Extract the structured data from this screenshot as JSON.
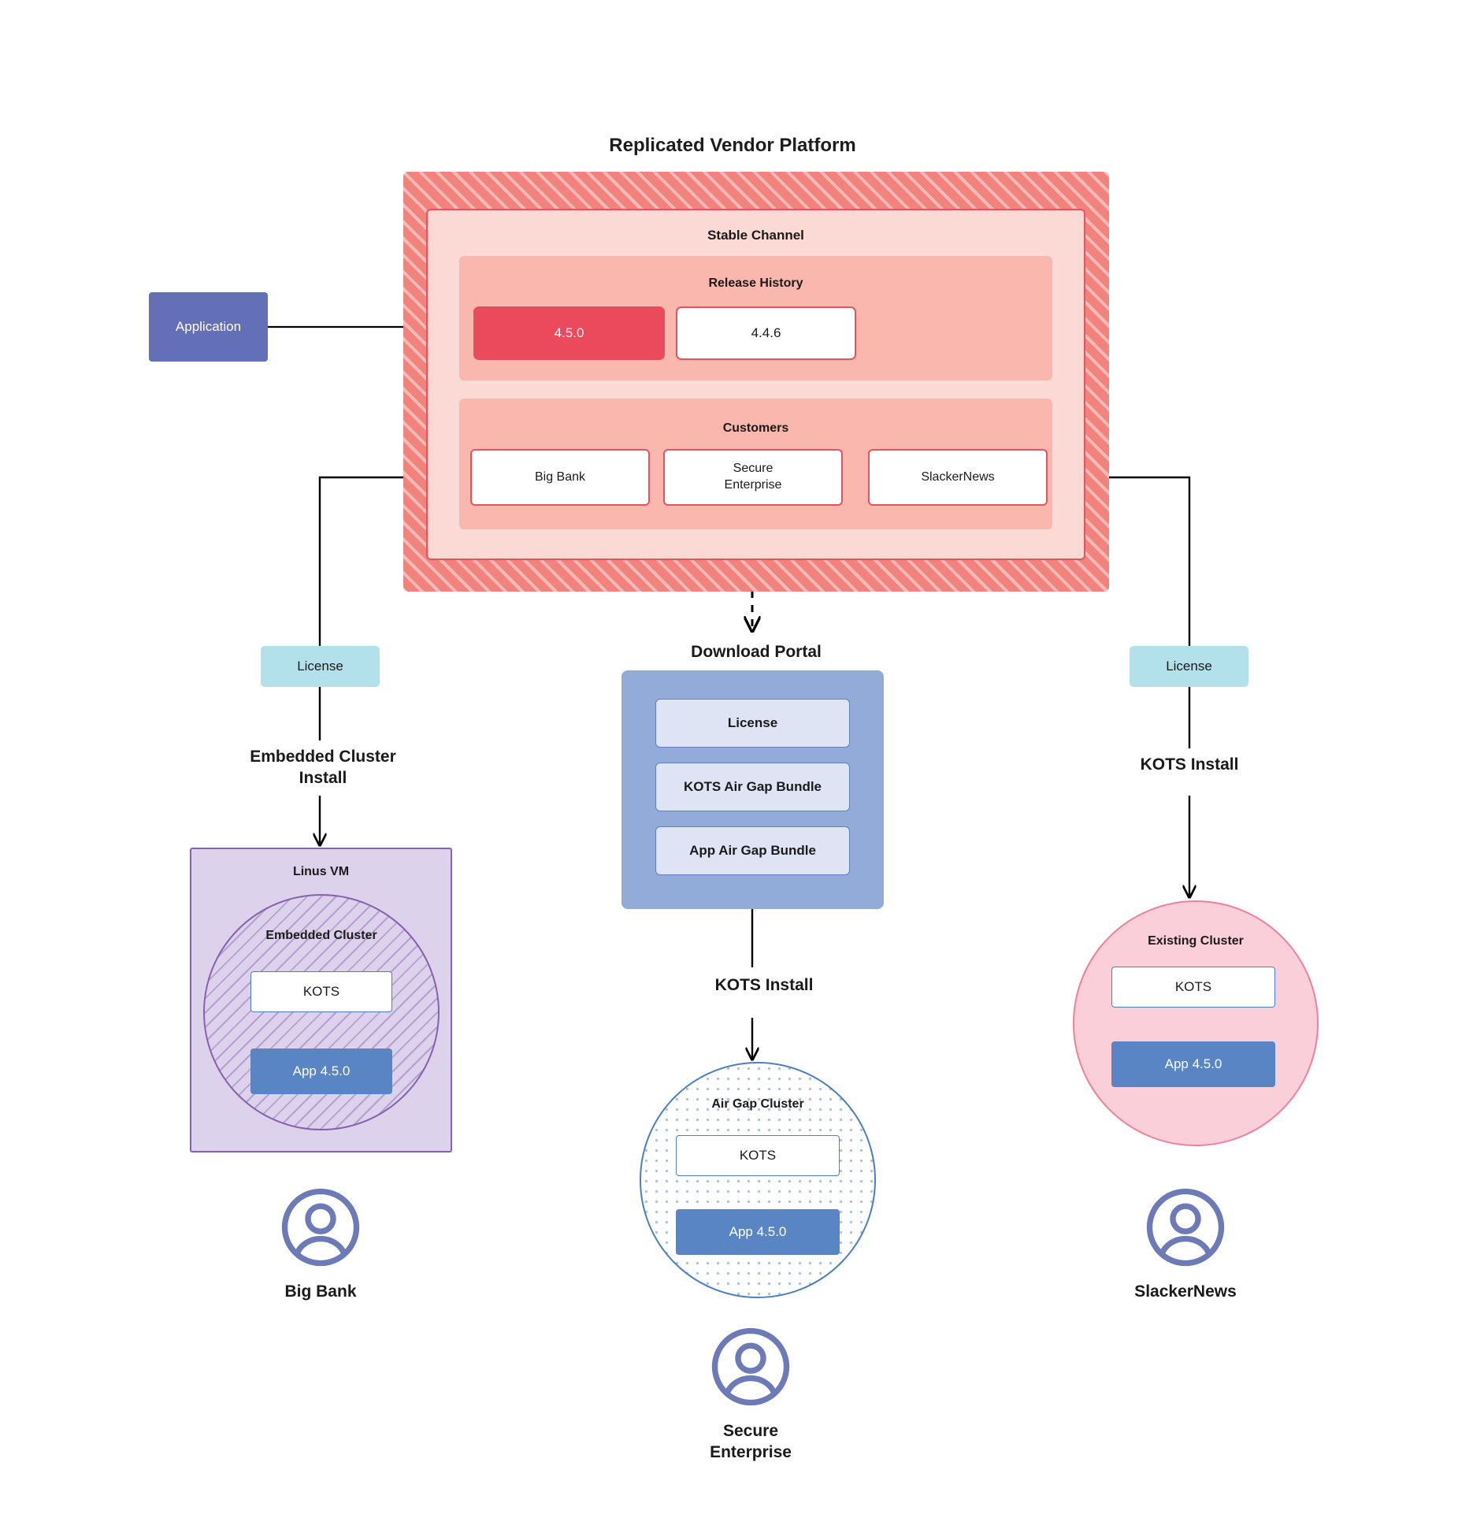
{
  "platform": {
    "title": "Replicated Vendor Platform",
    "channel": {
      "title": "Stable Channel",
      "release_history": {
        "title": "Release History",
        "releases": [
          {
            "version": "4.5.0",
            "state": "current"
          },
          {
            "version": "4.4.6",
            "state": "previous"
          }
        ]
      },
      "customers": {
        "title": "Customers",
        "items": [
          {
            "name": "Big Bank"
          },
          {
            "name": "Secure\nEnterprise"
          },
          {
            "name": "SlackerNews"
          }
        ]
      }
    }
  },
  "application": {
    "label": "Application"
  },
  "licenses": {
    "left_label": "License",
    "right_label": "License"
  },
  "process_labels": {
    "embedded_cluster_install": "Embedded Cluster\nInstall",
    "kots_install_right": "KOTS Install",
    "kots_install_center": "KOTS Install"
  },
  "download_portal": {
    "title": "Download  Portal",
    "items": [
      {
        "label": "License"
      },
      {
        "label": "KOTS Air Gap Bundle"
      },
      {
        "label": "App Air Gap Bundle"
      }
    ]
  },
  "targets": {
    "left": {
      "host_title": "Linus VM",
      "cluster_title": "Embedded Cluster",
      "kots_label": "KOTS",
      "app_label": "App 4.5.0"
    },
    "center": {
      "cluster_title": "Air Gap Cluster",
      "kots_label": "KOTS",
      "app_label": "App 4.5.0"
    },
    "right": {
      "cluster_title": "Existing Cluster",
      "kots_label": "KOTS",
      "app_label": "App 4.5.0"
    }
  },
  "personas": [
    {
      "name": "Big Bank",
      "icon": "user-avatar-icon"
    },
    {
      "name": "Secure\nEnterprise",
      "icon": "user-avatar-icon"
    },
    {
      "name": "SlackerNews",
      "icon": "user-avatar-icon"
    }
  ],
  "colors": {
    "platform_hatch": "#f2827c",
    "channel_fill": "#fbdad6",
    "channel_border": "#e8515e",
    "section_fill": "#f9b7ad",
    "release_current": "#ea4a5c",
    "application_fill": "#6370b8",
    "license_fill": "#b3e1eb",
    "portal_fill": "#92abd8",
    "portal_item_fill": "#dfe4f5",
    "vm_fill": "#ddd2ec",
    "vm_border": "#8760ae",
    "airgap_border": "#4a7fc1",
    "existing_fill": "#fbcfda",
    "existing_border": "#ef7f9e",
    "app_fill": "#5985c4",
    "persona_icon": "#6d7ab8"
  }
}
